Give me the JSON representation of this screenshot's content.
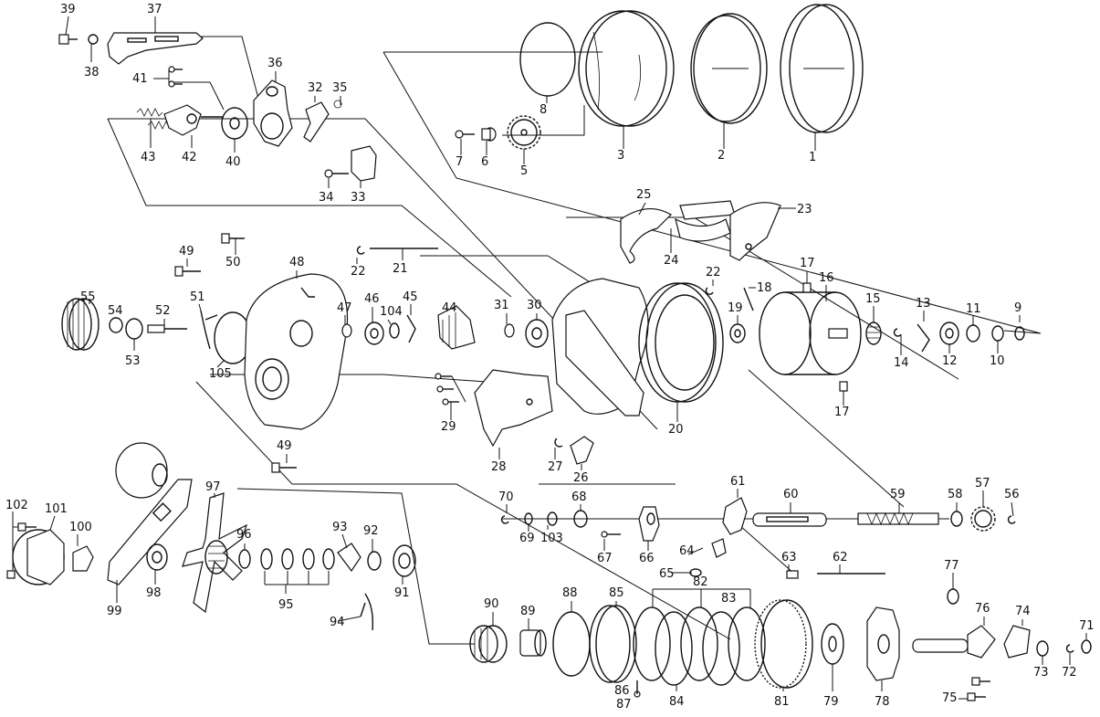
{
  "diagram": {
    "type": "exploded-parts-diagram",
    "part_numbers": [
      "1",
      "2",
      "3",
      "5",
      "6",
      "7",
      "8",
      "9",
      "10",
      "11",
      "12",
      "13",
      "14",
      "15",
      "16",
      "17",
      "17",
      "18",
      "19",
      "20",
      "21",
      "22",
      "22",
      "23",
      "24",
      "25",
      "26",
      "27",
      "28",
      "29",
      "30",
      "31",
      "32",
      "33",
      "34",
      "35",
      "36",
      "37",
      "38",
      "39",
      "40",
      "41",
      "42",
      "43",
      "44",
      "45",
      "46",
      "47",
      "48",
      "49",
      "49",
      "50",
      "51",
      "52",
      "53",
      "54",
      "55",
      "56",
      "57",
      "58",
      "59",
      "60",
      "61",
      "62",
      "63",
      "64",
      "65",
      "66",
      "67",
      "68",
      "69",
      "70",
      "71",
      "72",
      "73",
      "74",
      "75",
      "76",
      "77",
      "78",
      "79",
      "81",
      "82",
      "83",
      "84",
      "85",
      "86",
      "87",
      "88",
      "89",
      "90",
      "91",
      "92",
      "93",
      "94",
      "95",
      "96",
      "97",
      "98",
      "99",
      "100",
      "101",
      "102",
      "103",
      "104",
      "105"
    ]
  }
}
